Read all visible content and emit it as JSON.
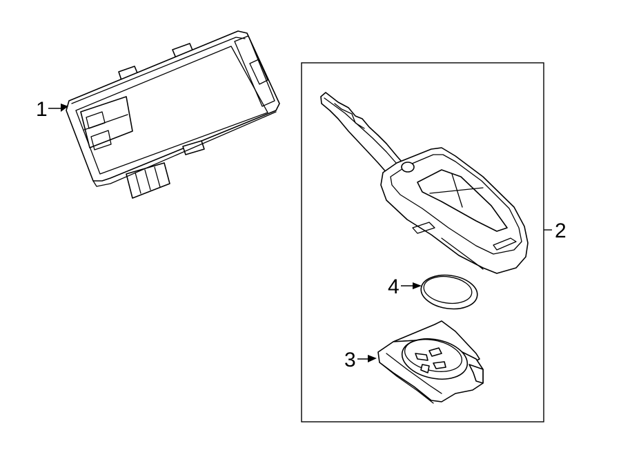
{
  "diagram": {
    "callouts": [
      {
        "number": "1",
        "part": "module"
      },
      {
        "number": "2",
        "part": "remote-key-assembly"
      },
      {
        "number": "3",
        "part": "battery-holder"
      },
      {
        "number": "4",
        "part": "coin-battery"
      }
    ]
  }
}
